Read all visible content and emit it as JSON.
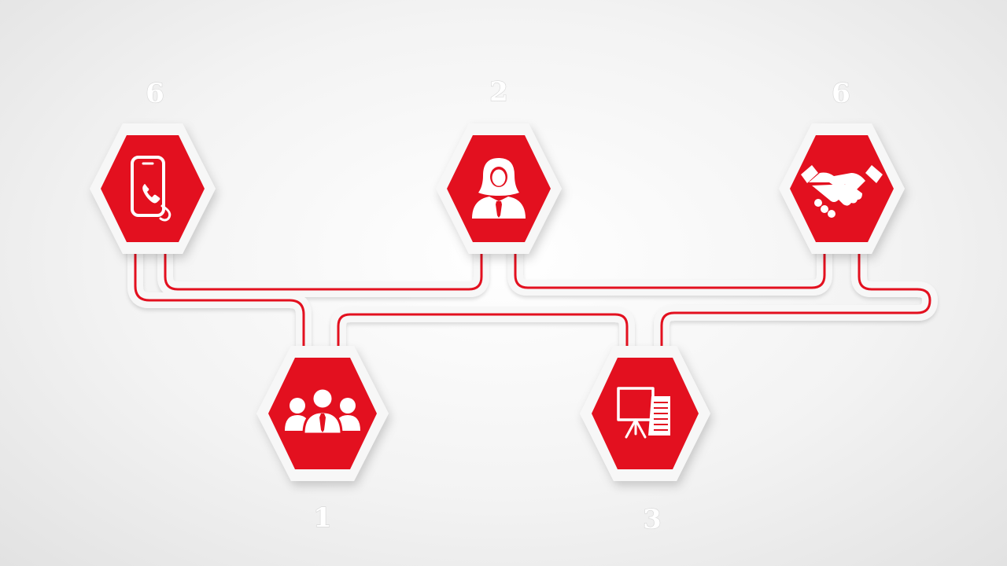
{
  "colors": {
    "accent": "#e3101f",
    "background": "#f2f2f2",
    "tile": "#f7f7f7"
  },
  "steps": [
    {
      "number": "6",
      "icon": "smartphone-call-icon"
    },
    {
      "number": "1",
      "icon": "team-group-icon"
    },
    {
      "number": "2",
      "icon": "businesswoman-icon"
    },
    {
      "number": "3",
      "icon": "presentation-board-icon"
    },
    {
      "number": "6",
      "icon": "handshake-icon"
    }
  ]
}
